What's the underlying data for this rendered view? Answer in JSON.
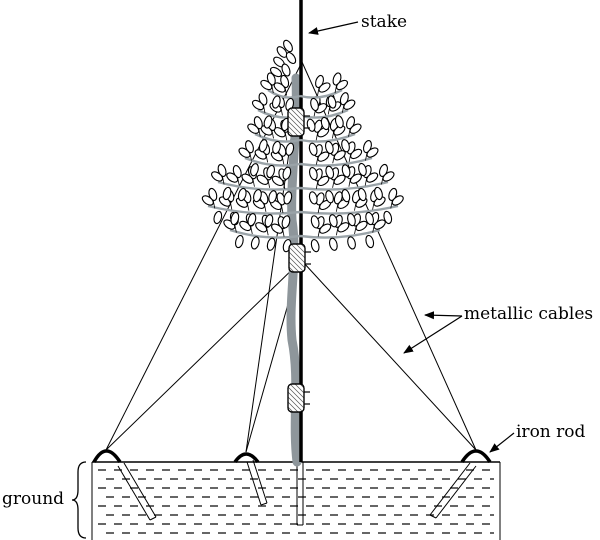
{
  "labels": {
    "stake": "stake",
    "cables": "metallic cables",
    "rod": "iron rod",
    "ground": "ground"
  },
  "colors": {
    "line": "#000000",
    "trunk": "#8e969b",
    "branch": "#9aa3a8",
    "hatch": "#6f6f6f",
    "background": "#ffffff"
  }
}
